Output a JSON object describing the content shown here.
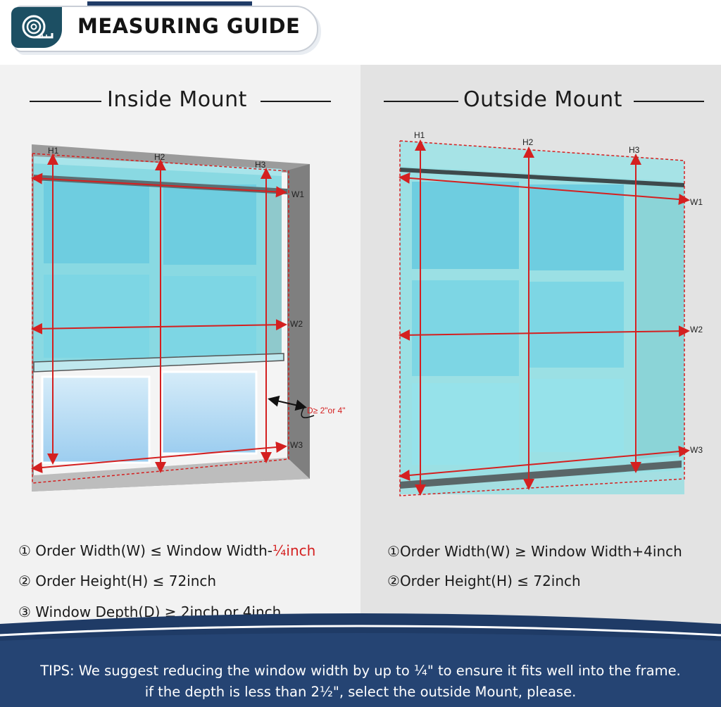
{
  "header": {
    "title": "MEASURING GUIDE",
    "logo_icon": "measuring-tape-icon",
    "colors": {
      "navy": "#1f3b66",
      "teal": "#1c4f63"
    }
  },
  "inside": {
    "title": "Inside Mount",
    "labels": {
      "h1": "H1",
      "h2": "H2",
      "h3": "H3",
      "w1": "W1",
      "w2": "W2",
      "w3": "W3",
      "depth": "D≥ 2\"or 4\""
    },
    "specs": [
      {
        "num": "①",
        "text": "Order Width(W) ≤ Window Width-",
        "highlight": "¼inch"
      },
      {
        "num": "②",
        "text": "Order Height(H) ≤ 72inch"
      },
      {
        "num": "③",
        "text": "Window Depth(D) ≥ 2inch or 4inch"
      }
    ]
  },
  "outside": {
    "title": "Outside Mount",
    "labels": {
      "h1": "H1",
      "h2": "H2",
      "h3": "H3",
      "w1": "W1",
      "w2": "W2",
      "w3": "W3"
    },
    "specs": [
      {
        "num": "①",
        "text": "Order Width(W) ≥ Window Width+4inch"
      },
      {
        "num": "②",
        "text": "Order Height(H) ≤ 72inch"
      }
    ]
  },
  "tips": {
    "label": "TIPS:",
    "line1": "We suggest reducing the window width by up to ¼\" to ensure it fits well into the frame.",
    "line2": "if the depth is less than 2½\", select the outside Mount, please."
  },
  "colors": {
    "measure_red": "#d42020",
    "shade_cyan": "#7fd6e0",
    "footer_blue": "#1f3b66"
  }
}
